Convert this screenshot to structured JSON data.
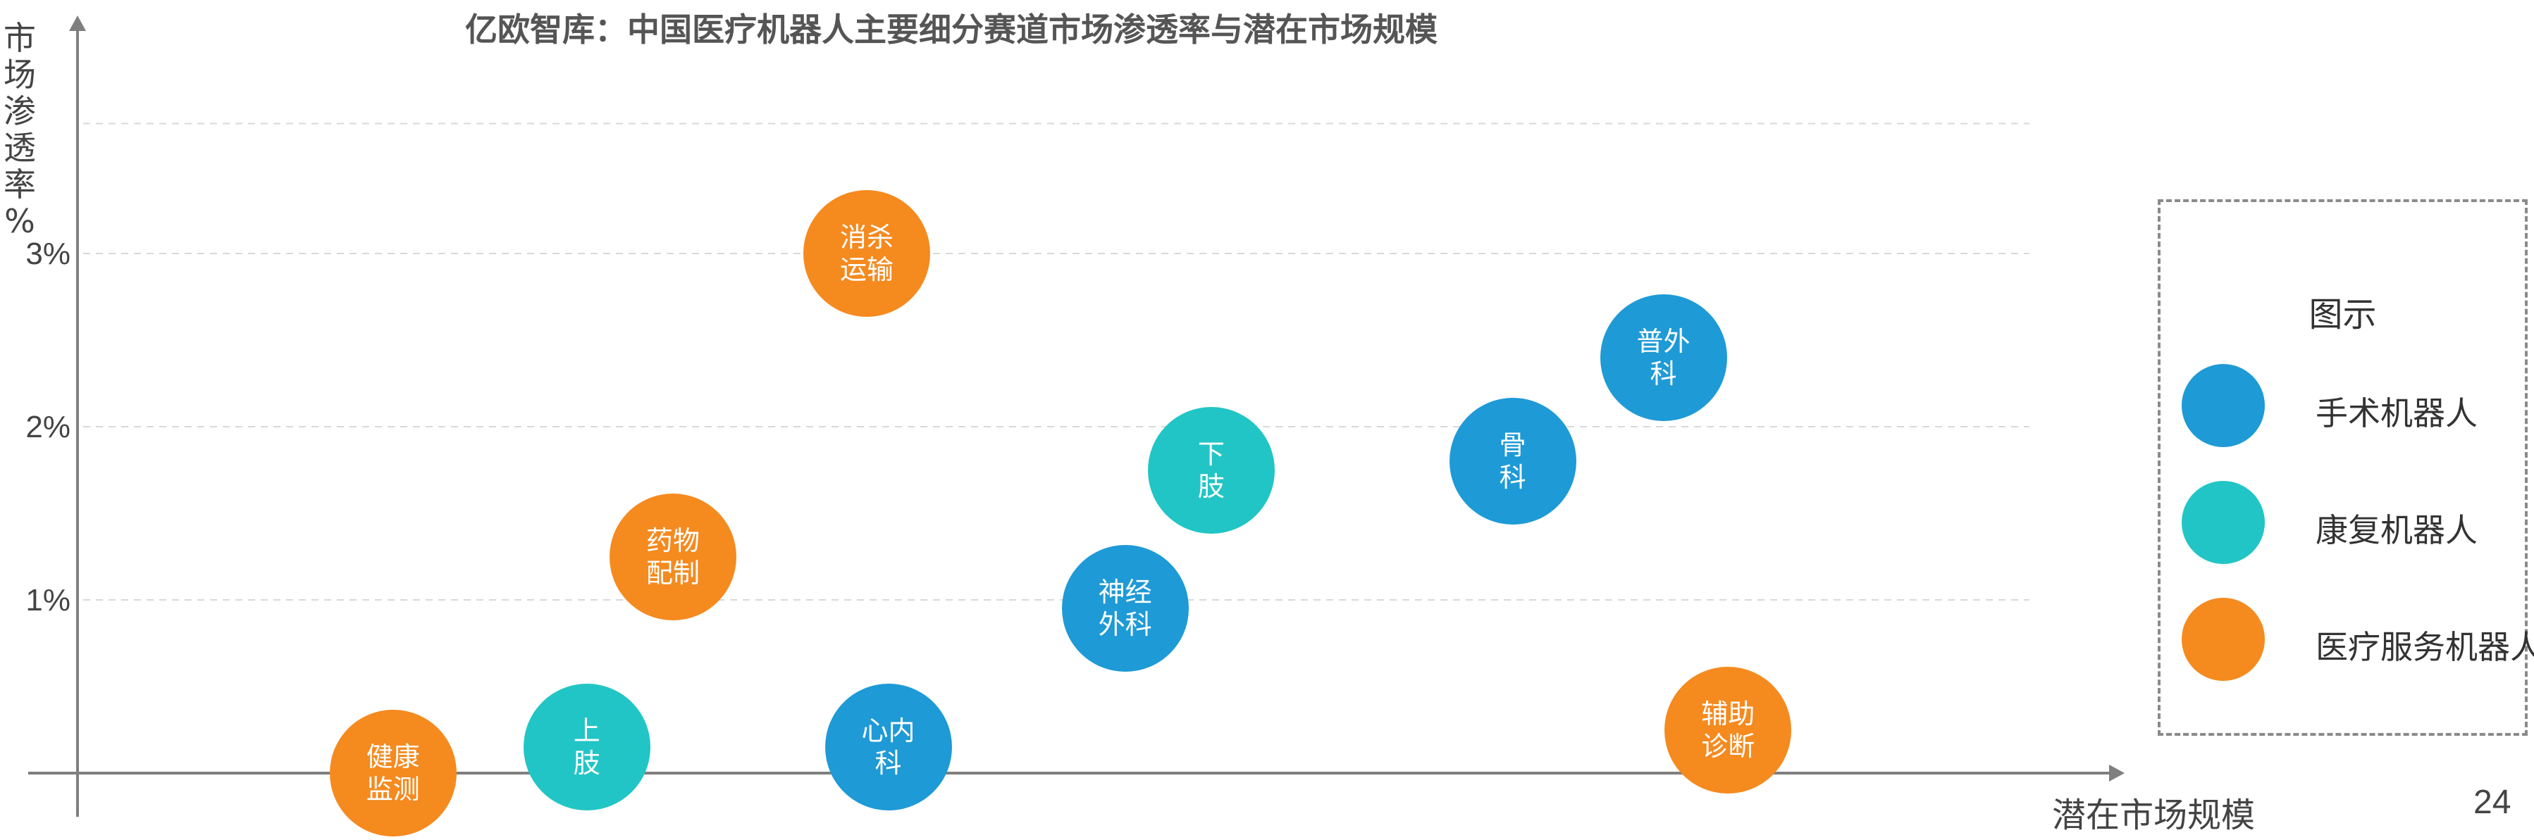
{
  "chart_data": {
    "type": "scatter",
    "title": "亿欧智库：中国医疗机器人主要细分赛道市场渗透率与潜在市场规模",
    "ylabel": "市场渗透率%",
    "xlabel": "潜在市场规模",
    "yticks": [
      "1%",
      "2%",
      "3%"
    ],
    "ylim": [
      0,
      3.8
    ],
    "grid": true,
    "legend": {
      "title": "图示",
      "placement": "right",
      "entries": [
        {
          "label": "手术机器人",
          "color": "#1e9ad6"
        },
        {
          "label": "康复机器人",
          "color": "#22c5c5"
        },
        {
          "label": "医疗服务机器人",
          "color": "#f58a1f"
        }
      ]
    },
    "points": [
      {
        "label": "健康\n监测",
        "category": 2,
        "x": 1.4,
        "y": 0.0
      },
      {
        "label": "上\n肢",
        "category": 1,
        "x": 2.3,
        "y": 0.15
      },
      {
        "label": "心内科",
        "category": 0,
        "x": 3.7,
        "y": 0.15
      },
      {
        "label": "药物\n配制",
        "category": 2,
        "x": 2.7,
        "y": 1.25
      },
      {
        "label": "消杀\n运输",
        "category": 2,
        "x": 3.6,
        "y": 3.0
      },
      {
        "label": "下\n肢",
        "category": 1,
        "x": 5.2,
        "y": 1.75
      },
      {
        "label": "神经\n外科",
        "category": 0,
        "x": 4.8,
        "y": 0.95
      },
      {
        "label": "骨\n科",
        "category": 0,
        "x": 6.6,
        "y": 1.8
      },
      {
        "label": "普外科",
        "category": 0,
        "x": 7.3,
        "y": 2.4
      },
      {
        "label": "辅助\n诊断",
        "category": 2,
        "x": 7.6,
        "y": 0.25
      }
    ]
  },
  "page_number": "24"
}
